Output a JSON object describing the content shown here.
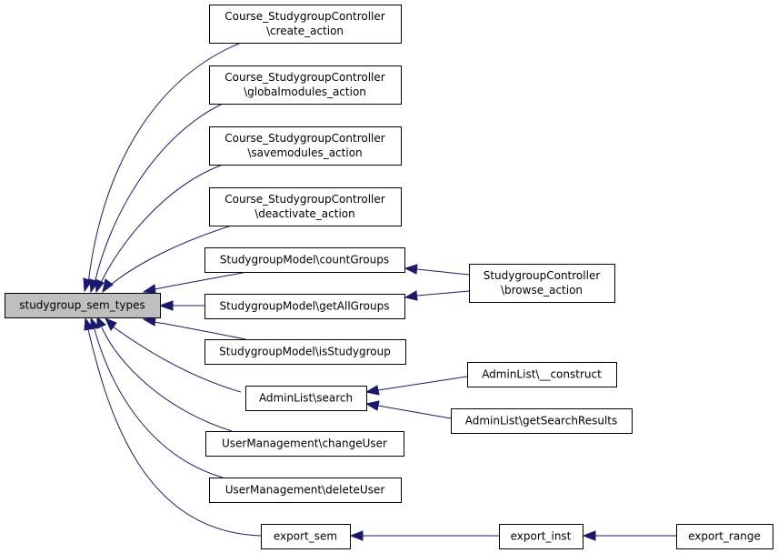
{
  "diagram": {
    "type": "caller-graph",
    "colors": {
      "edge": "#191970",
      "root_fill": "#bfbfbf",
      "node_fill": "#ffffff",
      "border": "#000000"
    },
    "root": "studygroup_sem_types",
    "nodes": [
      {
        "id": "root",
        "lines": [
          "studygroup_sem_types"
        ],
        "is_root": true
      },
      {
        "id": "create_action",
        "lines": [
          "Course_StudygroupController",
          "\\create_action"
        ]
      },
      {
        "id": "globalmodules_action",
        "lines": [
          "Course_StudygroupController",
          "\\globalmodules_action"
        ]
      },
      {
        "id": "savemodules_action",
        "lines": [
          "Course_StudygroupController",
          "\\savemodules_action"
        ]
      },
      {
        "id": "deactivate_action",
        "lines": [
          "Course_StudygroupController",
          "\\deactivate_action"
        ]
      },
      {
        "id": "countGroups",
        "lines": [
          "StudygroupModel\\countGroups"
        ]
      },
      {
        "id": "getAllGroups",
        "lines": [
          "StudygroupModel\\getAllGroups"
        ]
      },
      {
        "id": "isStudygroup",
        "lines": [
          "StudygroupModel\\isStudygroup"
        ]
      },
      {
        "id": "search",
        "lines": [
          "AdminList\\search"
        ]
      },
      {
        "id": "changeUser",
        "lines": [
          "UserManagement\\changeUser"
        ]
      },
      {
        "id": "deleteUser",
        "lines": [
          "UserManagement\\deleteUser"
        ]
      },
      {
        "id": "export_sem",
        "lines": [
          "export_sem"
        ]
      },
      {
        "id": "browse_action",
        "lines": [
          "StudygroupController",
          "\\browse_action"
        ]
      },
      {
        "id": "construct",
        "lines": [
          "AdminList\\__construct"
        ]
      },
      {
        "id": "getSearchResults",
        "lines": [
          "AdminList\\getSearchResults"
        ]
      },
      {
        "id": "export_inst",
        "lines": [
          "export_inst"
        ]
      },
      {
        "id": "export_range",
        "lines": [
          "export_range"
        ]
      }
    ],
    "edges": [
      {
        "from": "create_action",
        "to": "root"
      },
      {
        "from": "globalmodules_action",
        "to": "root"
      },
      {
        "from": "savemodules_action",
        "to": "root"
      },
      {
        "from": "deactivate_action",
        "to": "root"
      },
      {
        "from": "countGroups",
        "to": "root"
      },
      {
        "from": "getAllGroups",
        "to": "root"
      },
      {
        "from": "isStudygroup",
        "to": "root"
      },
      {
        "from": "search",
        "to": "root"
      },
      {
        "from": "changeUser",
        "to": "root"
      },
      {
        "from": "deleteUser",
        "to": "root"
      },
      {
        "from": "export_sem",
        "to": "root"
      },
      {
        "from": "browse_action",
        "to": "countGroups"
      },
      {
        "from": "browse_action",
        "to": "getAllGroups"
      },
      {
        "from": "construct",
        "to": "search"
      },
      {
        "from": "getSearchResults",
        "to": "search"
      },
      {
        "from": "export_inst",
        "to": "export_sem"
      },
      {
        "from": "export_range",
        "to": "export_inst"
      }
    ]
  }
}
